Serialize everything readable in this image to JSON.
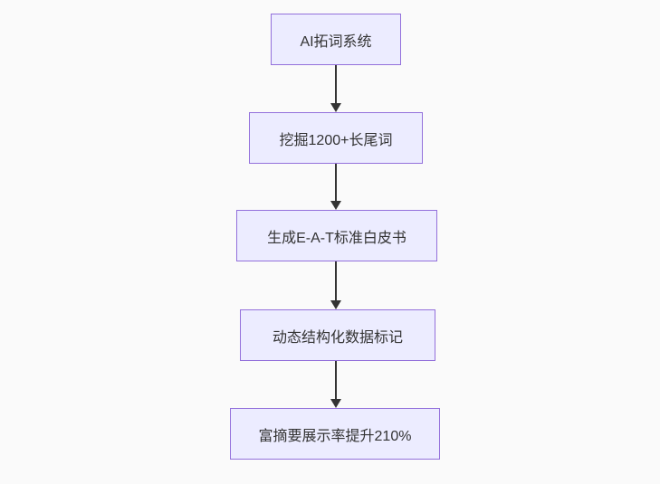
{
  "diagram": {
    "type": "flowchart",
    "direction": "top-down",
    "colors": {
      "background": "#fafafa",
      "node_fill": "#ECECFF",
      "node_border": "#9370DB",
      "node_text": "#333333",
      "arrow": "#333333"
    },
    "nodes": [
      {
        "label": "AI拓词系统"
      },
      {
        "label": "挖掘1200+长尾词"
      },
      {
        "label": "生成E-A-T标准白皮书"
      },
      {
        "label": "动态结构化数据标记"
      },
      {
        "label": "富摘要展示率提升210%"
      }
    ],
    "edges": [
      {
        "from": "AI拓词系统",
        "to": "挖掘1200+长尾词"
      },
      {
        "from": "挖掘1200+长尾词",
        "to": "生成E-A-T标准白皮书"
      },
      {
        "from": "生成E-A-T标准白皮书",
        "to": "动态结构化数据标记"
      },
      {
        "from": "动态结构化数据标记",
        "to": "富摘要展示率提升210%"
      }
    ]
  }
}
